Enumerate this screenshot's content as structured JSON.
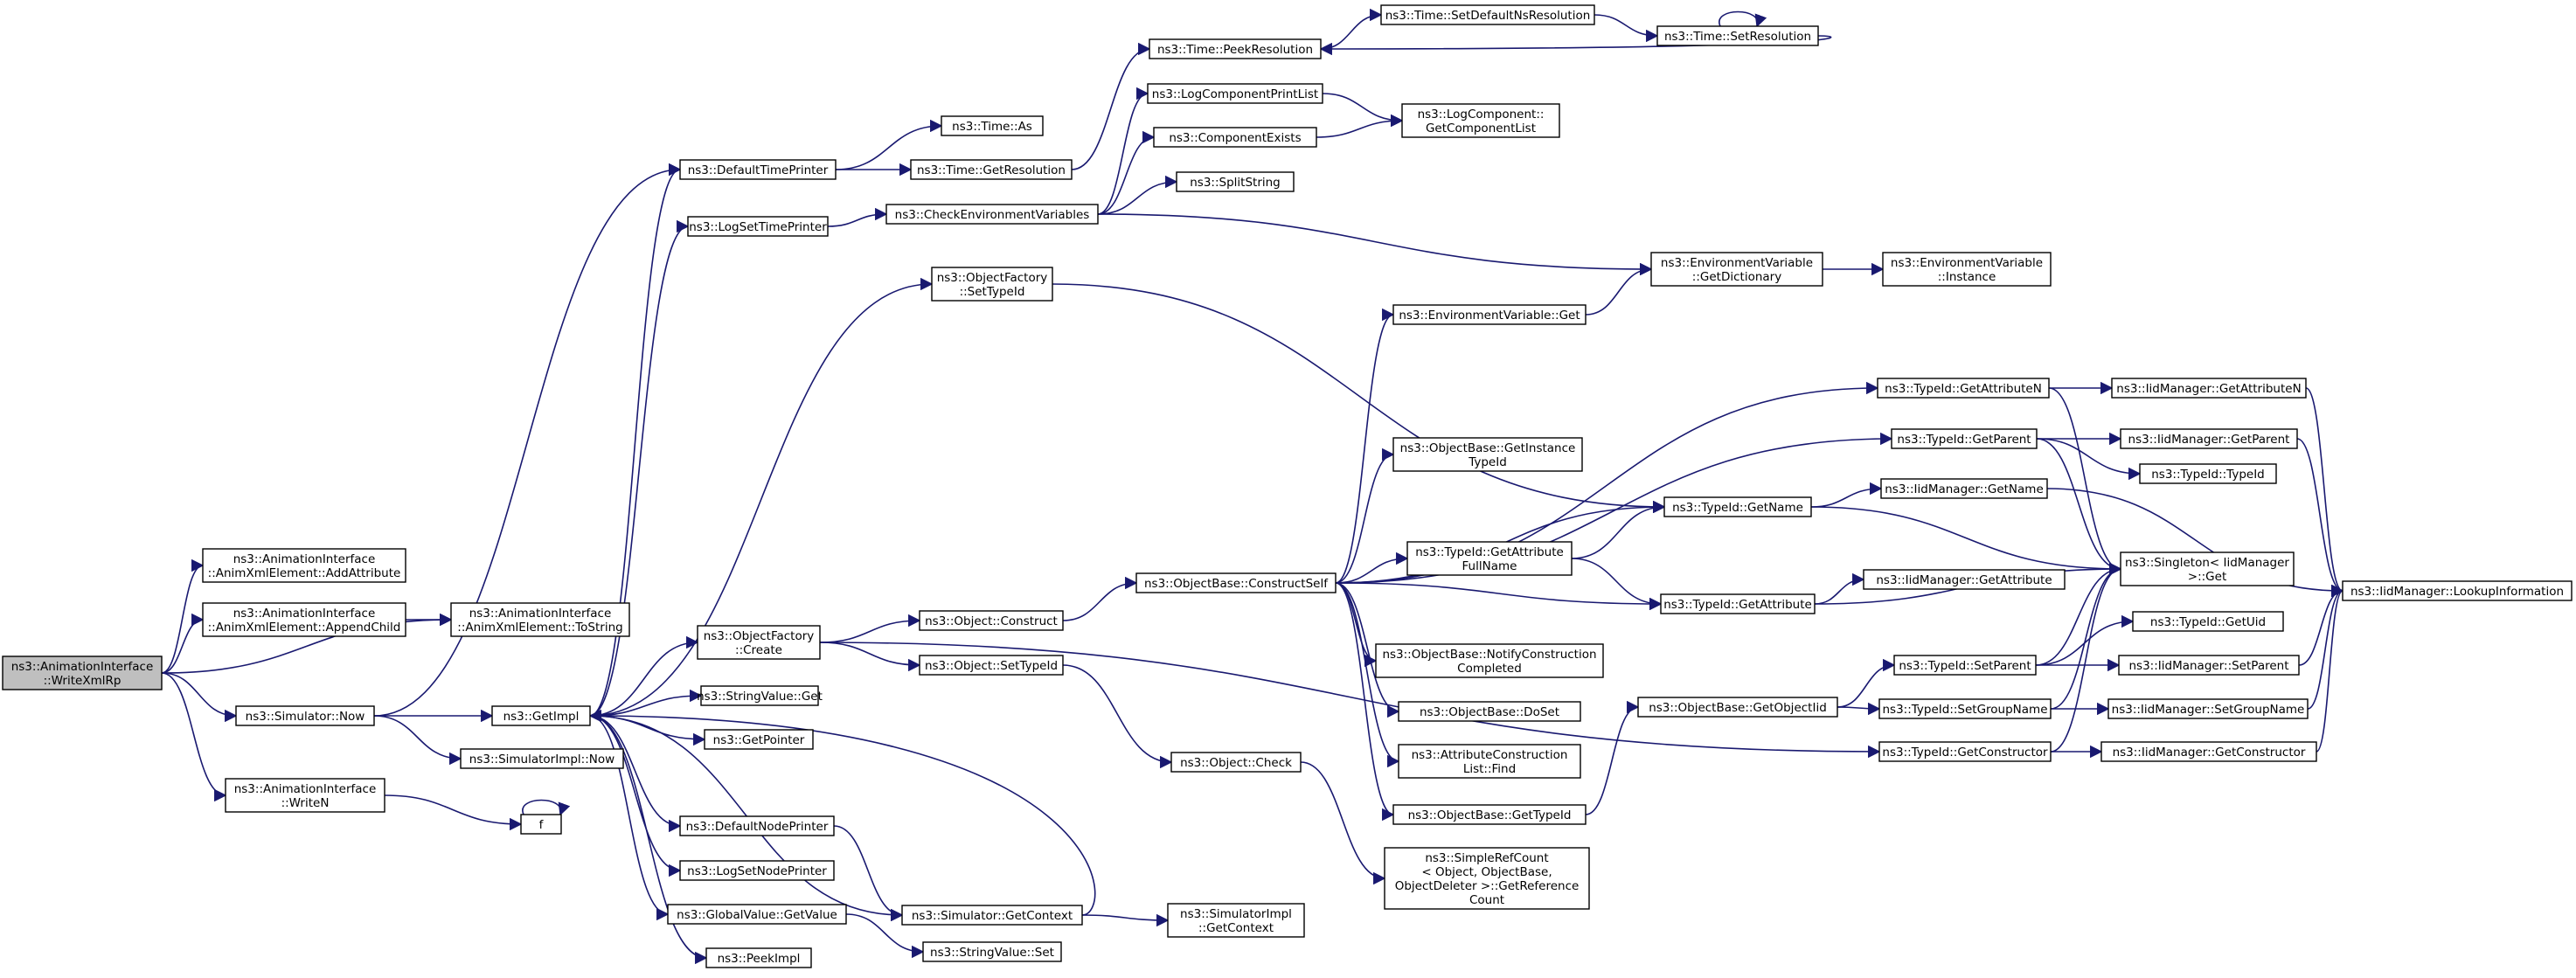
{
  "colors": {
    "edge": "#191970",
    "node_border": "#000000",
    "root_fill": "#bfbfbf",
    "node_fill": "#ffffff",
    "background": "#ffffff"
  },
  "nodes": [
    {
      "id": "root",
      "label": [
        "ns3::AnimationInterface",
        "::WriteXmlRp"
      ],
      "root": true
    },
    {
      "id": "addattr",
      "label": [
        "ns3::AnimationInterface",
        "::AnimXmlElement::AddAttribute"
      ]
    },
    {
      "id": "appendchild",
      "label": [
        "ns3::AnimationInterface",
        "::AnimXmlElement::AppendChild"
      ]
    },
    {
      "id": "tostring",
      "label": [
        "ns3::AnimationInterface",
        "::AnimXmlElement::ToString"
      ]
    },
    {
      "id": "simnow",
      "label": [
        "ns3::Simulator::Now"
      ]
    },
    {
      "id": "writen",
      "label": [
        "ns3::AnimationInterface",
        "::WriteN"
      ]
    },
    {
      "id": "f",
      "label": [
        "f"
      ]
    },
    {
      "id": "getimpl",
      "label": [
        "ns3::GetImpl"
      ]
    },
    {
      "id": "simimplnow",
      "label": [
        "ns3::SimulatorImpl::Now"
      ]
    },
    {
      "id": "deftimeprinter",
      "label": [
        "ns3::DefaultTimePrinter"
      ]
    },
    {
      "id": "logsettimeprinter",
      "label": [
        "ns3::LogSetTimePrinter"
      ]
    },
    {
      "id": "ofcreate",
      "label": [
        "ns3::ObjectFactory",
        "::Create"
      ]
    },
    {
      "id": "strvalget",
      "label": [
        "ns3::StringValue::Get"
      ]
    },
    {
      "id": "getpointer",
      "label": [
        "ns3::GetPointer"
      ]
    },
    {
      "id": "defnodeprinter",
      "label": [
        "ns3::DefaultNodePrinter"
      ]
    },
    {
      "id": "logsetnodeprinter",
      "label": [
        "ns3::LogSetNodePrinter"
      ]
    },
    {
      "id": "gvgetvalue",
      "label": [
        "ns3::GlobalValue::GetValue"
      ]
    },
    {
      "id": "peekimpl",
      "label": [
        "ns3::PeekImpl"
      ]
    },
    {
      "id": "timeas",
      "label": [
        "ns3::Time::As"
      ]
    },
    {
      "id": "timegetres",
      "label": [
        "ns3::Time::GetResolution"
      ]
    },
    {
      "id": "checkenv",
      "label": [
        "ns3::CheckEnvironmentVariables"
      ]
    },
    {
      "id": "ofsettypeid",
      "label": [
        "ns3::ObjectFactory",
        "::SetTypeId"
      ]
    },
    {
      "id": "objconstruct",
      "label": [
        "ns3::Object::Construct"
      ]
    },
    {
      "id": "objsettypeid",
      "label": [
        "ns3::Object::SetTypeId"
      ]
    },
    {
      "id": "simgetctx",
      "label": [
        "ns3::Simulator::GetContext"
      ]
    },
    {
      "id": "strvalset",
      "label": [
        "ns3::StringValue::Set"
      ]
    },
    {
      "id": "timepeekres",
      "label": [
        "ns3::Time::PeekResolution"
      ]
    },
    {
      "id": "logcompprintlist",
      "label": [
        "ns3::LogComponentPrintList"
      ]
    },
    {
      "id": "compexists",
      "label": [
        "ns3::ComponentExists"
      ]
    },
    {
      "id": "splitstring",
      "label": [
        "ns3::SplitString"
      ]
    },
    {
      "id": "obconstructself",
      "label": [
        "ns3::ObjectBase::ConstructSelf"
      ]
    },
    {
      "id": "objcheck",
      "label": [
        "ns3::Object::Check"
      ]
    },
    {
      "id": "simimplgetctx",
      "label": [
        "ns3::SimulatorImpl",
        "::GetContext"
      ]
    },
    {
      "id": "timesetdefns",
      "label": [
        "ns3::Time::SetDefaultNsResolution"
      ]
    },
    {
      "id": "timesetres",
      "label": [
        "ns3::Time::SetResolution"
      ]
    },
    {
      "id": "logcompgetlist",
      "label": [
        "ns3::LogComponent::",
        "GetComponentList"
      ]
    },
    {
      "id": "envvarget",
      "label": [
        "ns3::EnvironmentVariable::Get"
      ]
    },
    {
      "id": "obgetinsttypeid",
      "label": [
        "ns3::ObjectBase::GetInstance",
        "TypeId"
      ]
    },
    {
      "id": "typeidgetattrfull",
      "label": [
        "ns3::TypeId::GetAttribute",
        "FullName"
      ]
    },
    {
      "id": "obnotify",
      "label": [
        "ns3::ObjectBase::NotifyConstruction",
        "Completed"
      ]
    },
    {
      "id": "obdoset",
      "label": [
        "ns3::ObjectBase::DoSet"
      ]
    },
    {
      "id": "acfind",
      "label": [
        "ns3::AttributeConstruction",
        "List::Find"
      ]
    },
    {
      "id": "obgettypeid",
      "label": [
        "ns3::ObjectBase::GetTypeId"
      ]
    },
    {
      "id": "simplerefcount",
      "label": [
        "ns3::SimpleRefCount",
        "< Object, ObjectBase,",
        "ObjectDeleter >::GetReference",
        "Count"
      ]
    },
    {
      "id": "envvargetdict",
      "label": [
        "ns3::EnvironmentVariable",
        "::GetDictionary"
      ]
    },
    {
      "id": "typeidgetname",
      "label": [
        "ns3::TypeId::GetName"
      ]
    },
    {
      "id": "typeidgetattr",
      "label": [
        "ns3::TypeId::GetAttribute"
      ]
    },
    {
      "id": "obgetobjectiid",
      "label": [
        "ns3::ObjectBase::GetObjectIid"
      ]
    },
    {
      "id": "envvarinstance",
      "label": [
        "ns3::EnvironmentVariable",
        "::Instance"
      ]
    },
    {
      "id": "typeidgetattrn",
      "label": [
        "ns3::TypeId::GetAttributeN"
      ]
    },
    {
      "id": "typeidgetparent",
      "label": [
        "ns3::TypeId::GetParent"
      ]
    },
    {
      "id": "typeidsetparent",
      "label": [
        "ns3::TypeId::SetParent"
      ]
    },
    {
      "id": "typeidsetgroupname",
      "label": [
        "ns3::TypeId::SetGroupName"
      ]
    },
    {
      "id": "typeidgetconstructor",
      "label": [
        "ns3::TypeId::GetConstructor"
      ]
    },
    {
      "id": "iidgetattrn",
      "label": [
        "ns3::IidManager::GetAttributeN"
      ]
    },
    {
      "id": "iidgetparent",
      "label": [
        "ns3::IidManager::GetParent"
      ]
    },
    {
      "id": "typeidtypeid",
      "label": [
        "ns3::TypeId::TypeId"
      ]
    },
    {
      "id": "iidgetname",
      "label": [
        "ns3::IidManager::GetName"
      ]
    },
    {
      "id": "singletonget",
      "label": [
        "ns3::Singleton< IidManager",
        ">::Get"
      ]
    },
    {
      "id": "iidgetattr",
      "label": [
        "ns3::IidManager::GetAttribute"
      ]
    },
    {
      "id": "typeidgetuid",
      "label": [
        "ns3::TypeId::GetUid"
      ]
    },
    {
      "id": "iidsetparent",
      "label": [
        "ns3::IidManager::SetParent"
      ]
    },
    {
      "id": "iidsetgroupname",
      "label": [
        "ns3::IidManager::SetGroupName"
      ]
    },
    {
      "id": "iidgetconstructor",
      "label": [
        "ns3::IidManager::GetConstructor"
      ]
    },
    {
      "id": "iidlookupinfo",
      "label": [
        "ns3::IidManager::LookupInformation"
      ]
    }
  ],
  "edges": [
    [
      "root",
      "addattr"
    ],
    [
      "root",
      "appendchild"
    ],
    [
      "root",
      "tostring"
    ],
    [
      "root",
      "simnow"
    ],
    [
      "root",
      "writen"
    ],
    [
      "appendchild",
      "tostring"
    ],
    [
      "writen",
      "f"
    ],
    [
      "f",
      "f"
    ],
    [
      "simnow",
      "deftimeprinter"
    ],
    [
      "simnow",
      "getimpl"
    ],
    [
      "simnow",
      "simimplnow"
    ],
    [
      "getimpl",
      "deftimeprinter"
    ],
    [
      "getimpl",
      "logsettimeprinter"
    ],
    [
      "getimpl",
      "ofsettypeid"
    ],
    [
      "getimpl",
      "ofcreate"
    ],
    [
      "getimpl",
      "strvalget"
    ],
    [
      "getimpl",
      "getpointer"
    ],
    [
      "getimpl",
      "defnodeprinter"
    ],
    [
      "getimpl",
      "logsetnodeprinter"
    ],
    [
      "getimpl",
      "gvgetvalue"
    ],
    [
      "getimpl",
      "peekimpl"
    ],
    [
      "getimpl",
      "simgetctx"
    ],
    [
      "deftimeprinter",
      "timeas"
    ],
    [
      "deftimeprinter",
      "timegetres"
    ],
    [
      "logsettimeprinter",
      "checkenv"
    ],
    [
      "timegetres",
      "timepeekres"
    ],
    [
      "checkenv",
      "logcompprintlist"
    ],
    [
      "checkenv",
      "compexists"
    ],
    [
      "checkenv",
      "splitstring"
    ],
    [
      "checkenv",
      "envvargetdict"
    ],
    [
      "ofsettypeid",
      "typeidgetname"
    ],
    [
      "ofcreate",
      "objconstruct"
    ],
    [
      "ofcreate",
      "objsettypeid"
    ],
    [
      "ofcreate",
      "typeidgetconstructor"
    ],
    [
      "objconstruct",
      "obconstructself"
    ],
    [
      "objsettypeid",
      "objcheck"
    ],
    [
      "objcheck",
      "simplerefcount"
    ],
    [
      "defnodeprinter",
      "simgetctx"
    ],
    [
      "simgetctx",
      "getimpl"
    ],
    [
      "simgetctx",
      "simimplgetctx"
    ],
    [
      "gvgetvalue",
      "strvalset"
    ],
    [
      "timepeekres",
      "timesetdefns"
    ],
    [
      "timesetdefns",
      "timesetres"
    ],
    [
      "timesetres",
      "timesetres"
    ],
    [
      "timesetres",
      "timepeekres"
    ],
    [
      "logcompprintlist",
      "logcompgetlist"
    ],
    [
      "compexists",
      "logcompgetlist"
    ],
    [
      "obconstructself",
      "envvarget"
    ],
    [
      "obconstructself",
      "typeidgetattrn"
    ],
    [
      "obconstructself",
      "typeidgetparent"
    ],
    [
      "obconstructself",
      "obgetinsttypeid"
    ],
    [
      "obconstructself",
      "typeidgetname"
    ],
    [
      "obconstructself",
      "typeidgetattrfull"
    ],
    [
      "obconstructself",
      "typeidgetattr"
    ],
    [
      "obconstructself",
      "obnotify"
    ],
    [
      "obconstructself",
      "obdoset"
    ],
    [
      "obconstructself",
      "acfind"
    ],
    [
      "obconstructself",
      "obgettypeid"
    ],
    [
      "envvarget",
      "envvargetdict"
    ],
    [
      "envvargetdict",
      "envvarinstance"
    ],
    [
      "typeidgetattrfull",
      "typeidgetname"
    ],
    [
      "typeidgetattrfull",
      "typeidgetattr"
    ],
    [
      "obgettypeid",
      "obgetobjectiid"
    ],
    [
      "obgetobjectiid",
      "typeidsetparent"
    ],
    [
      "obgetobjectiid",
      "typeidsetgroupname"
    ],
    [
      "typeidgetattrn",
      "iidgetattrn"
    ],
    [
      "typeidgetattrn",
      "singletonget"
    ],
    [
      "typeidgetparent",
      "iidgetparent"
    ],
    [
      "typeidgetparent",
      "typeidtypeid"
    ],
    [
      "typeidgetparent",
      "singletonget"
    ],
    [
      "typeidgetname",
      "iidgetname"
    ],
    [
      "typeidgetname",
      "singletonget"
    ],
    [
      "typeidgetattr",
      "iidgetattr"
    ],
    [
      "typeidgetattr",
      "singletonget"
    ],
    [
      "typeidsetparent",
      "typeidgetuid"
    ],
    [
      "typeidsetparent",
      "iidsetparent"
    ],
    [
      "typeidsetparent",
      "singletonget"
    ],
    [
      "typeidsetgroupname",
      "iidsetgroupname"
    ],
    [
      "typeidsetgroupname",
      "singletonget"
    ],
    [
      "typeidgetconstructor",
      "iidgetconstructor"
    ],
    [
      "typeidgetconstructor",
      "singletonget"
    ],
    [
      "iidgetattrn",
      "iidlookupinfo"
    ],
    [
      "iidgetparent",
      "iidlookupinfo"
    ],
    [
      "iidgetname",
      "iidlookupinfo"
    ],
    [
      "iidsetparent",
      "iidlookupinfo"
    ],
    [
      "iidsetgroupname",
      "iidlookupinfo"
    ],
    [
      "iidgetconstructor",
      "iidlookupinfo"
    ]
  ]
}
